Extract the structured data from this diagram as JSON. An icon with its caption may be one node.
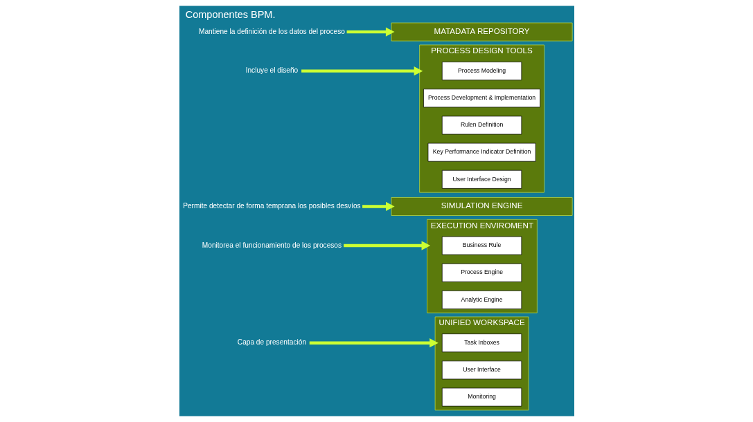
{
  "diagram": {
    "title": "Componentes BPM.",
    "nodes": [
      {
        "text": [
          "Capa de presentación"
        ]
      },
      {
        "text": [
          "UNIFIED WORKSPACE"
        ]
      },
      {
        "text": [
          "Task Inboxes"
        ],
        "in": 1
      },
      {
        "text": [
          "User Interface"
        ],
        "in": 1
      },
      {
        "text": [
          "Monitoring"
        ],
        "in": 1
      },
      {
        "text": [
          "Monitorea el funcionamiento de los procesos"
        ]
      },
      {
        "text": [
          "EXECUTION ENVIROMENT"
        ]
      },
      {
        "text": [
          "Business Rule"
        ],
        "in": 6
      },
      {
        "text": [
          "Process Engine"
        ],
        "in": 6
      },
      {
        "text": [
          "Analytic Engine"
        ],
        "in": 6
      },
      {
        "text": [
          "Permite detectar de forma temprana los posibles desvíos"
        ]
      },
      {
        "text": [
          "SIMULATION ENGINE"
        ]
      },
      {
        "text": [
          "Incluye el diseño"
        ]
      },
      {
        "text": [
          "PROCESS DESIGN TOOLS"
        ]
      },
      {
        "text": [
          "Process Modeling"
        ],
        "in": 13
      },
      {
        "text": [
          "Process Development & Implementation"
        ],
        "in": 13
      },
      {
        "text": [
          "Rulen Definition"
        ],
        "in": 13
      },
      {
        "text": [
          "Key Performance Indicator Definition"
        ],
        "in": 13
      },
      {
        "text": [
          "User Interface Design"
        ],
        "in": 13
      },
      {
        "text": [
          "Mantiene la definición de los datos del proceso"
        ]
      },
      {
        "text": [
          "MATADATA REPOSITORY"
        ]
      }
    ],
    "edges": [
      {
        "from": 0,
        "to": 1,
        "arrow": "to"
      },
      {
        "from": 5,
        "to": 6,
        "arrow": "to"
      },
      {
        "from": 10,
        "to": 11,
        "arrow": "to"
      },
      {
        "from": 12,
        "to": 13,
        "arrow": "to"
      },
      {
        "from": 19,
        "to": 20,
        "arrow": "to"
      }
    ]
  }
}
